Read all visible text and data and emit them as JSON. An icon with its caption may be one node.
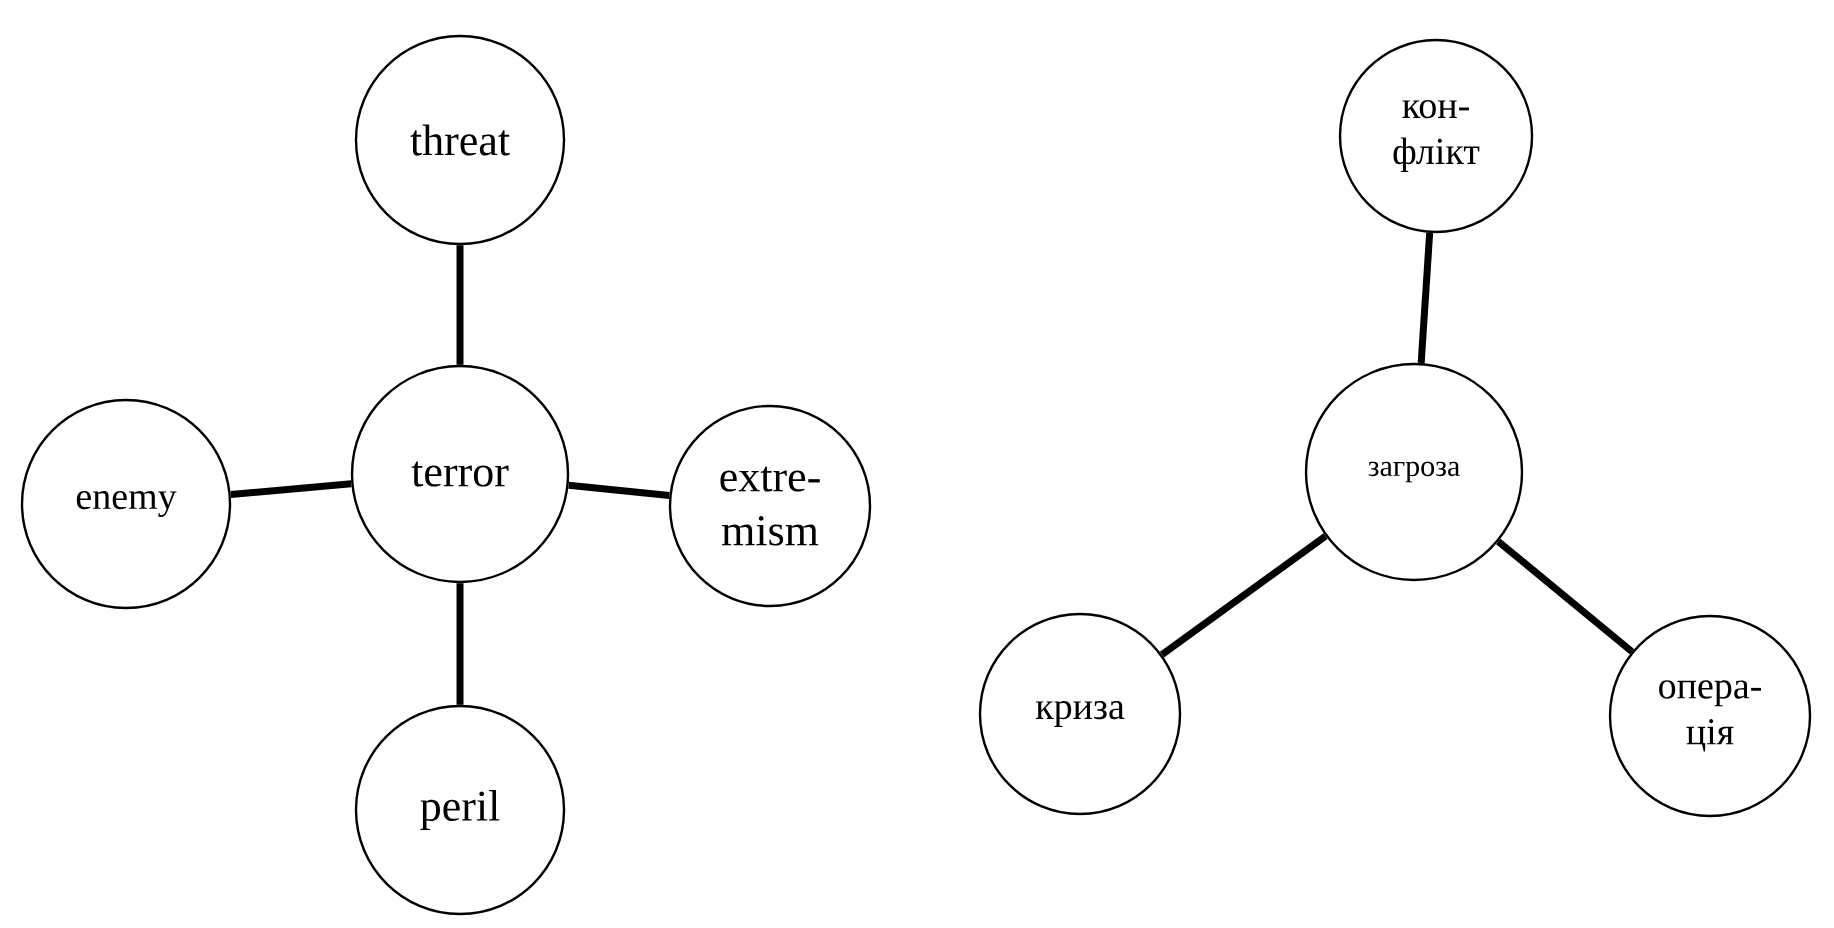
{
  "diagram": {
    "nodes": [
      {
        "text": [
          "threat"
        ]
      },
      {
        "text": [
          "enemy"
        ]
      },
      {
        "text": [
          "terror"
        ]
      },
      {
        "text": [
          "extre- mism"
        ]
      },
      {
        "text": [
          "peril"
        ]
      },
      {
        "text": [
          "кон- флікт"
        ]
      },
      {
        "text": [
          "загроза"
        ]
      },
      {
        "text": [
          "криза"
        ]
      },
      {
        "text": [
          "опера- ція"
        ]
      }
    ],
    "edges": [
      {
        "from": 0,
        "to": 2,
        "arrow": "none"
      },
      {
        "from": 1,
        "to": 2,
        "arrow": "none"
      },
      {
        "from": 2,
        "to": 3,
        "arrow": "none"
      },
      {
        "from": 2,
        "to": 4,
        "arrow": "none"
      },
      {
        "from": 5,
        "to": 6,
        "arrow": "none"
      },
      {
        "from": 6,
        "to": 7,
        "arrow": "none"
      },
      {
        "from": 6,
        "to": 8,
        "arrow": "none"
      }
    ]
  }
}
